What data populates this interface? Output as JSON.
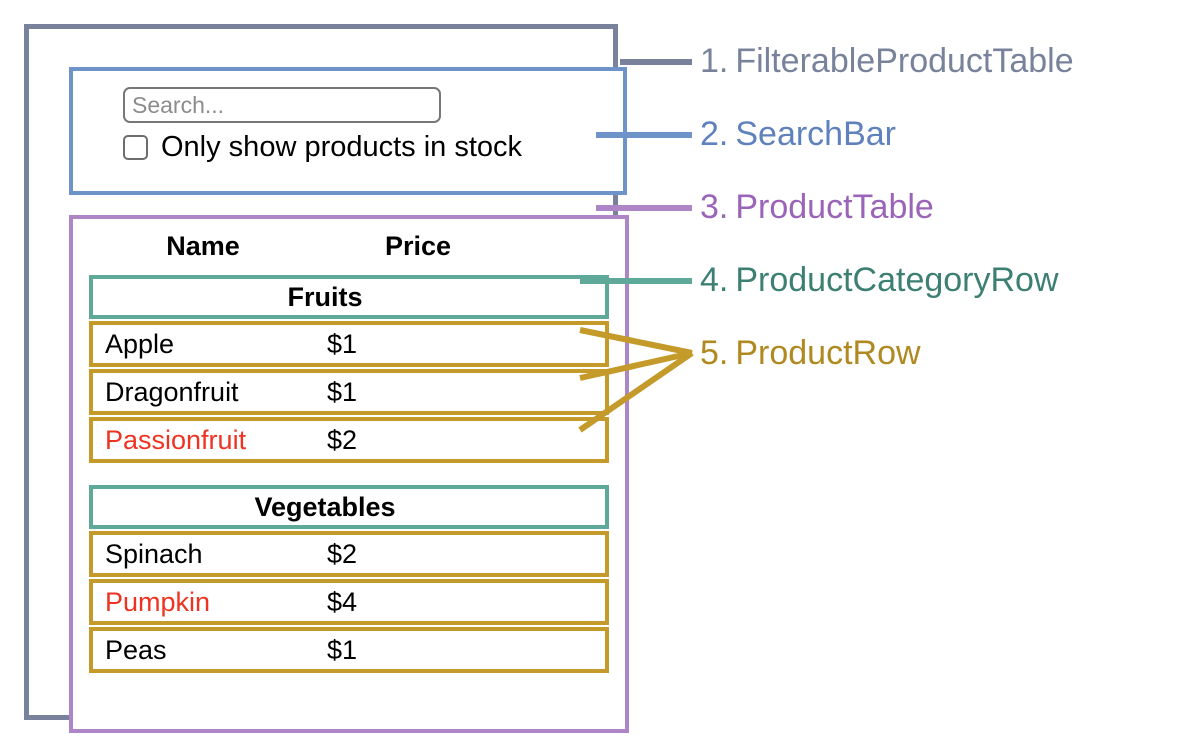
{
  "search": {
    "placeholder": "Search...",
    "value": "",
    "checkbox_label": "Only show products in stock",
    "checked": false
  },
  "table": {
    "columns": [
      "Name",
      "Price"
    ],
    "sections": [
      {
        "category": "Fruits",
        "products": [
          {
            "name": "Apple",
            "price": "$1",
            "stocked": true
          },
          {
            "name": "Dragonfruit",
            "price": "$1",
            "stocked": true
          },
          {
            "name": "Passionfruit",
            "price": "$2",
            "stocked": false
          }
        ]
      },
      {
        "category": "Vegetables",
        "products": [
          {
            "name": "Spinach",
            "price": "$2",
            "stocked": true
          },
          {
            "name": "Pumpkin",
            "price": "$4",
            "stocked": false
          },
          {
            "name": "Peas",
            "price": "$1",
            "stocked": true
          }
        ]
      }
    ]
  },
  "annotations": [
    {
      "num": "1.",
      "label": "FilterableProductTable",
      "color": "#78839b"
    },
    {
      "num": "2.",
      "label": "SearchBar",
      "color": "#5f82bd"
    },
    {
      "num": "3.",
      "label": "ProductTable",
      "color": "#9a64b8"
    },
    {
      "num": "4.",
      "label": "ProductCategoryRow",
      "color": "#3d8073"
    },
    {
      "num": "5.",
      "label": "ProductRow",
      "color": "#b08a20"
    }
  ],
  "colors": {
    "filterable_product_table": "#78839b",
    "search_bar": "#6d93c9",
    "product_table": "#ae85c7",
    "product_category_row": "#5fa99b",
    "product_row": "#c49a2a",
    "out_of_stock_text": "#ee3322",
    "background": "#ffffff"
  }
}
